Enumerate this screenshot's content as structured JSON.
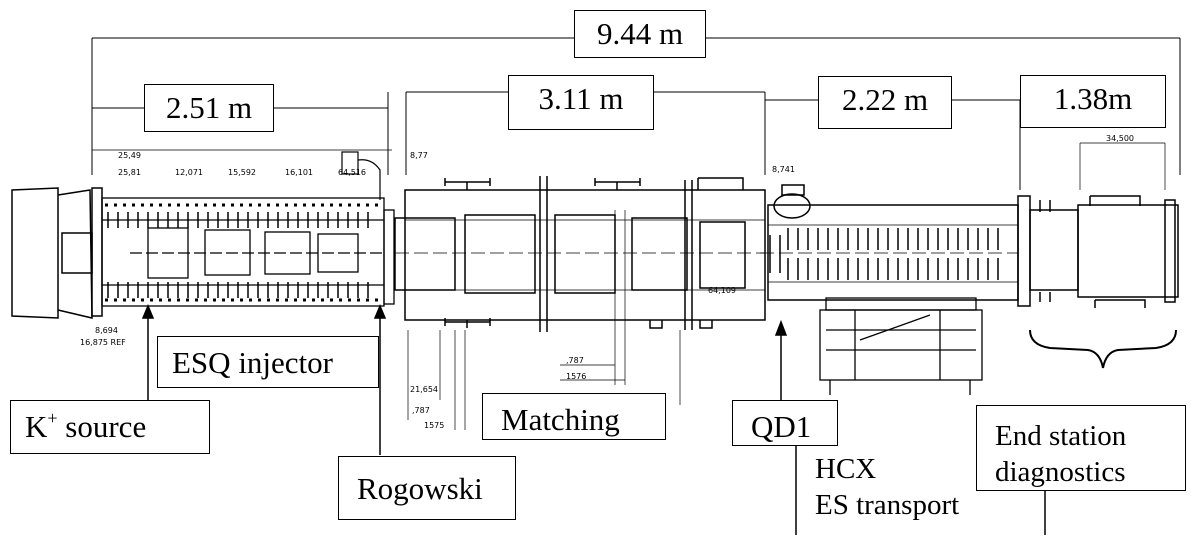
{
  "dimensions": {
    "total": "9.44 m",
    "injector": "2.51 m",
    "matching": "3.11 m",
    "transport": "2.22 m",
    "end_station": "1.38m"
  },
  "labels": {
    "source_prefix": "K",
    "source_sup": "+",
    "source_suffix": " source",
    "esq_injector": "ESQ injector",
    "rogowski": "Rogowski",
    "matching": "Matching",
    "qd1": "QD1",
    "hcx_line1": "HCX",
    "hcx_line2": "ES transport",
    "end_station_line1": "End station",
    "end_station_line2": "diagnostics"
  },
  "drawing_numbers": {
    "n1": "25,49",
    "n2": "25,81",
    "n3": "12,071",
    "n4": "15,592",
    "n5": "16,101",
    "n6": "64,516",
    "n7": "8,77",
    "n8": "34,500",
    "n9": "21,654",
    "n10": ",787",
    "n11": "1575",
    "n12": "1576",
    "n13": "64,109",
    "n14": "8,741",
    "n15": "8,694",
    "n16": "16,875 REF"
  }
}
